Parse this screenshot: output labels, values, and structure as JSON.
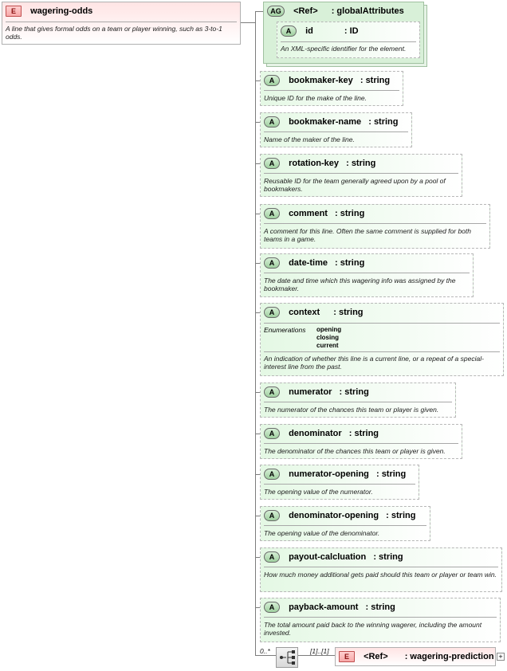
{
  "root": {
    "badge": "E",
    "name": "wagering-odds",
    "description": "A line that gives formal odds on a team or player winning, such as 3-to-1 odds."
  },
  "attribute_group": {
    "badge": "AG",
    "name": "<Ref>",
    "type": ": globalAttributes",
    "inner": {
      "badge": "A",
      "name": "id",
      "type": ": ID",
      "description": "An XML-specific identifier for the element."
    }
  },
  "attributes": [
    {
      "badge": "A",
      "name": "bookmaker-key",
      "type": ": string",
      "description": "Unique ID for the make of the line."
    },
    {
      "badge": "A",
      "name": "bookmaker-name",
      "type": ": string",
      "description": "Name of the maker of the line."
    },
    {
      "badge": "A",
      "name": "rotation-key",
      "type": ": string",
      "description": "Reusable ID for the team generally agreed upon by a pool of bookmakers."
    },
    {
      "badge": "A",
      "name": "comment",
      "type": ": string",
      "description": "A comment for this line. Often the same comment is supplied for both teams in a game."
    },
    {
      "badge": "A",
      "name": "date-time",
      "type": ": string",
      "description": "The date and time which this wagering info was assigned by the bookmaker."
    },
    {
      "badge": "A",
      "name": "context",
      "type": ": string",
      "enum_label": "Enumerations",
      "enum_values": [
        "opening",
        "closing",
        "current"
      ],
      "description": "An indication of whether this line is a current line, or a repeat of a special-interest line from the past."
    },
    {
      "badge": "A",
      "name": "numerator",
      "type": ": string",
      "description": "The numerator of the chances this team or player is given."
    },
    {
      "badge": "A",
      "name": "denominator",
      "type": ": string",
      "description": "The denominator of the chances this team or player is given."
    },
    {
      "badge": "A",
      "name": "numerator-opening",
      "type": ": string",
      "description": "The opening value of the numerator."
    },
    {
      "badge": "A",
      "name": "denominator-opening",
      "type": ": string",
      "description": "The opening value of the denominator."
    },
    {
      "badge": "A",
      "name": "payout-calcluation",
      "type": ": string",
      "description": "How much money additional gets paid should this team or player or team win."
    },
    {
      "badge": "A",
      "name": "payback-amount",
      "type": ": string",
      "description": "The total amount paid back to the winning wagerer, including the amount invested."
    }
  ],
  "sequence": {
    "outer_cardinality": "0..*",
    "inner_cardinality": "[1]..[1]"
  },
  "child_element": {
    "badge": "E",
    "name": "<Ref>",
    "type": ": wagering-prediction",
    "expand": "+"
  },
  "colors": {
    "element_fill": "#ffe4e4",
    "attribute_fill": "#e4f8e4",
    "group_fill": "#d8f0d8",
    "connector": "#7c7c7c"
  }
}
